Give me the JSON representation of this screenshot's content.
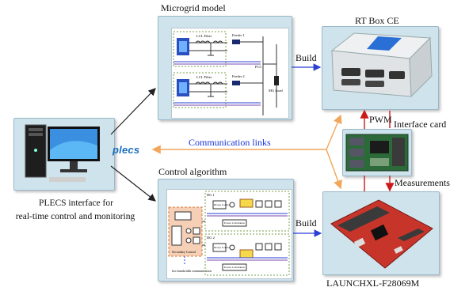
{
  "blocks": {
    "microgrid_title": "Microgrid model",
    "control_title": "Control algorithm",
    "rtbox_title": "RT Box CE",
    "launch_title": "LAUNCHXL-F28069M",
    "pc_caption_line1": "PLECS interface for",
    "pc_caption_line2": "real-time control and monitoring",
    "plecs_logo": "plecs"
  },
  "links": {
    "build_top": "Build",
    "build_bottom": "Build",
    "communication": "Communication links",
    "pwm": "PWM",
    "interface_card": "Interface card",
    "measurements": "Measurements"
  },
  "microgrid_labels": {
    "lcl1": "LCL Filter",
    "lcl2": "LCL Filter",
    "feeder1": "Feeder 1",
    "feeder2": "Feeder 2",
    "pcc": "PCC",
    "load": "MG Load"
  },
  "control_labels": {
    "dg1": "DG 1",
    "dg2": "DG 2",
    "droop": "Droop Control",
    "power_calc": "Power Calculation",
    "secondary": "Secondary Control",
    "low_bw": "low bandwidth communication"
  },
  "colors": {
    "panel_bg": "#cfe3ec",
    "arrow_dark": "#222222",
    "arrow_blue": "#2a3fd6",
    "arrow_orange": "#f1a65a",
    "arrow_red": "#cc1a1a",
    "link_text": "#1a35d6"
  }
}
